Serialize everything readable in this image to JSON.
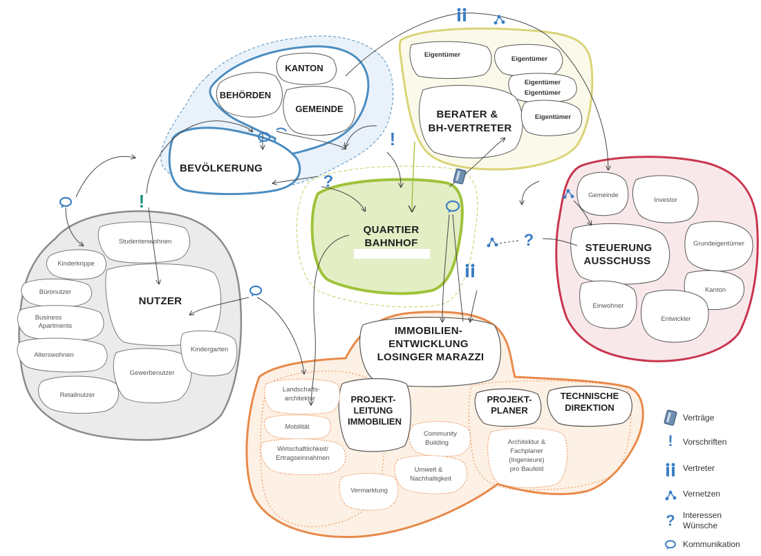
{
  "clusters": {
    "behoerden": {
      "kanton": "KANTON",
      "behoerden": "BEHÖRDEN",
      "gemeinde": "GEMEINDE",
      "bevoelkerung": "BEVÖLKERUNG"
    },
    "eigentuemer": {
      "owners": [
        "Eigentümer",
        "Eigentümer",
        "Eigentümer",
        "Eigentümer",
        "Eigentümer"
      ],
      "berater_line1": "BERATER &",
      "berater_line2": "BH-VERTRETER"
    },
    "quartier": {
      "line1": "QUARTIER",
      "line2": "BAHNHOF"
    },
    "steuerung": {
      "cells": [
        "Gemeinde",
        "Investor",
        "Grundeigentümer",
        "Kanton",
        "Entwickler",
        "Einwohner"
      ],
      "line1": "STEUERUNG",
      "line2": "AUSSCHUSS"
    },
    "nutzer": {
      "title": "NUTZER",
      "cells": [
        "Studentenwohnen",
        "Kinderkrippe",
        "Büronutzer",
        "Business",
        "Apartments",
        "Alterswohnen",
        "Retailnutzer",
        "Gewerbenutzer",
        "Kindergarten"
      ]
    },
    "immobilien": {
      "title_line1": "IMMOBILIEN-",
      "title_line2": "ENTWICKLUNG",
      "title_line3": "LOSINGER MARAZZI",
      "projektleitung": [
        "PROJEKT-",
        "LEITUNG",
        "IMMOBILIEN"
      ],
      "projektplaner": [
        "PROJEKT-",
        "PLANER"
      ],
      "technische": [
        "TECHNISCHE",
        "DIREKTION"
      ],
      "landschaft": [
        "Landschafts-",
        "architektur"
      ],
      "mobilitaet": "Mobilität",
      "wirtschaft": [
        "Wirtschaftlichkeit/",
        "Ertragseinnahmen"
      ],
      "community": [
        "Community",
        "Building"
      ],
      "umwelt": [
        "Umwelt &",
        "Nachhaltigkeit"
      ],
      "vermarktung": "Vermarktung",
      "architektur": [
        "Architektur &",
        "Fachplaner",
        "(Ingenieure)",
        "pro Baufeld"
      ]
    }
  },
  "legend": {
    "vertraege": "Verträge",
    "vorschriften": "Vorschriften",
    "vertreter": "Vertreter",
    "vernetzen": "Vernetzen",
    "interessen_1": "Interessen",
    "interessen_2": "Wünsche",
    "kommunikation": "Kommunikation"
  },
  "colors": {
    "blue": "#4a8cc0",
    "yellow": "#d9d477",
    "green": "#9fc23a",
    "red": "#c9344e",
    "gray": "#8a8a8a",
    "orange": "#e8894a",
    "teal": "#1d8f80",
    "icon_blue": "#3d7fc4"
  }
}
